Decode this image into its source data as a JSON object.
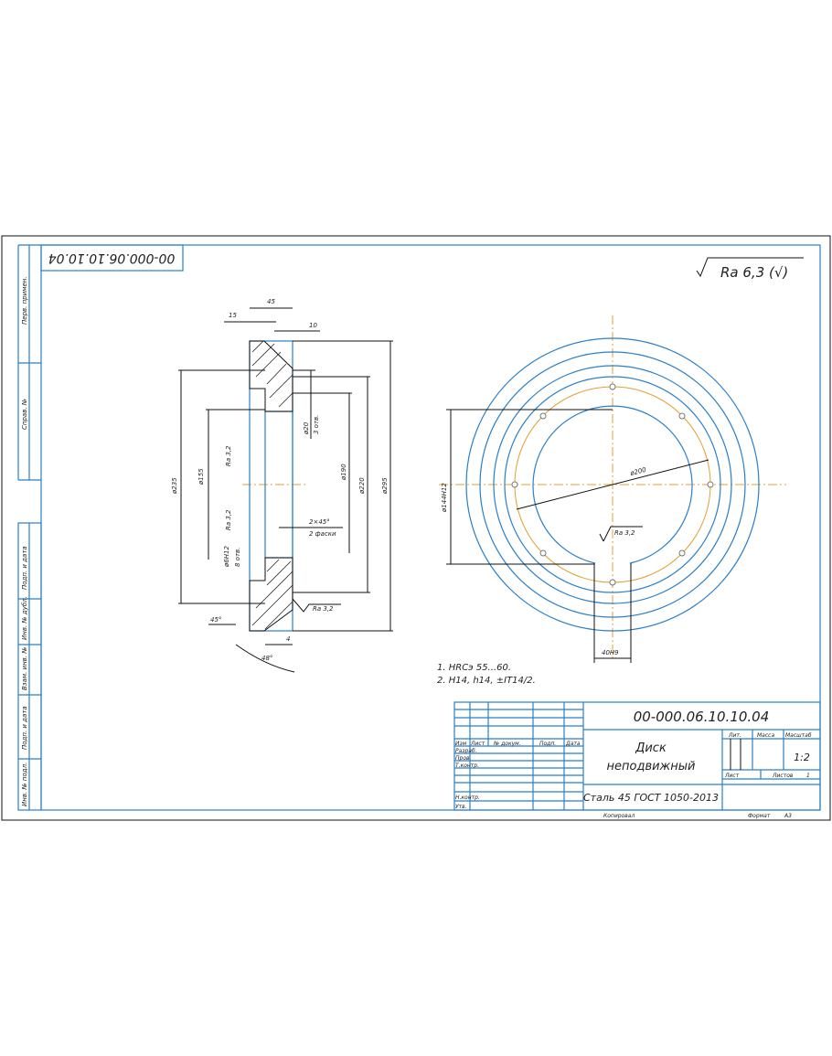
{
  "designation": "00-000.06.10.10.04",
  "roughness_general": "Ra 6,3 (√)",
  "left_strip": [
    "Перв. примен.",
    "Справ. №",
    "Подп. и дата",
    "Инв. № дубл.",
    "Взам. инв. №",
    "Подп. и дата",
    "Инв. № подл."
  ],
  "section_dims": {
    "d45": "45",
    "d15": "15",
    "d10": "10",
    "dia235": "ø235",
    "dia155": "ø155",
    "dia20": "ø20",
    "holes3": "3 отв.",
    "dia190": "ø190",
    "dia220": "ø220",
    "dia295": "ø295",
    "chamfer": "2×45°",
    "chamfer_note": "2 фаски",
    "dia6": "ø6Н12",
    "holes8": "8 отв.",
    "ra1": "Ra 3,2",
    "ra2": "Ra 3,2",
    "ra3": "Ra 3,2",
    "angle45": "45°",
    "angle48": "48°",
    "d4": "4"
  },
  "front_dims": {
    "dia144": "ø144Н12",
    "dia200": "ø200",
    "slot": "40Н9",
    "ra": "Ra 3,2"
  },
  "notes": [
    "1. HRCэ 55...60.",
    "2. H14, h14, ±IT14/2."
  ],
  "title_block": {
    "headers": [
      "Изм",
      "Лист",
      "№ докум.",
      "Подп.",
      "Дата"
    ],
    "roles": [
      "Разраб.",
      "Пров.",
      "Т.контр.",
      "Н.контр.",
      "Утв."
    ],
    "name_line1": "Диск",
    "name_line2": "неподвижный",
    "material": "Сталь 45 ГОСТ 1050-2013",
    "lit_label": "Лит.",
    "mass_label": "Масса",
    "scale_label": "Масштаб",
    "scale": "1:2",
    "sheet_label": "Лист",
    "sheets_label": "Листов",
    "sheets": "1"
  },
  "footer": {
    "copied": "Копировал",
    "format_label": "Формат",
    "format": "А3"
  }
}
